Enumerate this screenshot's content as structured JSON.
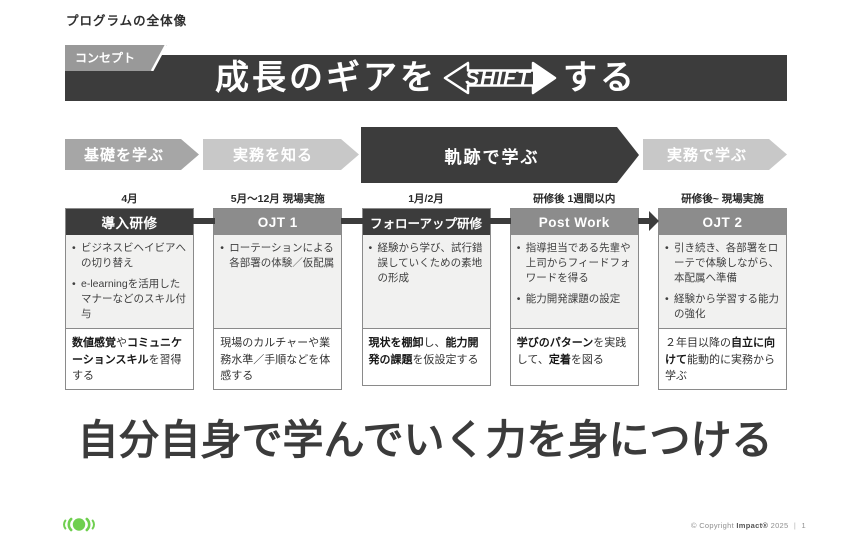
{
  "page": {
    "title": "プログラムの全体像"
  },
  "banner": {
    "tag": "コンセプト",
    "text_before": "成長のギアを",
    "shift_label": "SHIFT",
    "text_after": "する"
  },
  "phases": [
    {
      "label": "基礎を学ぶ",
      "emphasis": false
    },
    {
      "label": "実務を知る",
      "emphasis": false
    },
    {
      "label": "軌跡で学ぶ",
      "emphasis": true
    },
    {
      "label": "実務で学ぶ",
      "emphasis": false
    }
  ],
  "columns": [
    {
      "period": "4月",
      "title": "導入研修",
      "variant": "dark",
      "bullets": [
        "ビジネスビヘイビアへの切り替え",
        "e-learningを活用したマナーなどのスキル付与"
      ],
      "summary": [
        {
          "text": "数値感覚",
          "bold": true
        },
        {
          "text": "や",
          "bold": false
        },
        {
          "text": "コミュニケーションスキル",
          "bold": true
        },
        {
          "text": "を習得する",
          "bold": false
        }
      ]
    },
    {
      "period": "5月〜12月 現場実施",
      "title": "OJT 1",
      "variant": "gray",
      "bullets": [
        "ローテーションによる各部署の体験／仮配属"
      ],
      "summary": [
        {
          "text": "現場のカルチャーや業務水準／手順などを体感する",
          "bold": false
        }
      ]
    },
    {
      "period": "1月/2月",
      "title": "フォローアップ研修",
      "variant": "dark",
      "bullets": [
        "経験から学び、試行錯誤していくための素地の形成"
      ],
      "summary": [
        {
          "text": "現状を棚卸",
          "bold": true
        },
        {
          "text": "し、",
          "bold": false
        },
        {
          "text": "能力開発の課題",
          "bold": true
        },
        {
          "text": "を仮設定する",
          "bold": false
        }
      ]
    },
    {
      "period": "研修後 1週間以内",
      "title": "Post Work",
      "variant": "gray",
      "bullets": [
        "指導担当である先輩や上司からフィードフォワードを得る",
        "能力開発課題の設定"
      ],
      "summary": [
        {
          "text": "学びのパターン",
          "bold": true
        },
        {
          "text": "を実践して、",
          "bold": false
        },
        {
          "text": "定着",
          "bold": true
        },
        {
          "text": "を図る",
          "bold": false
        }
      ]
    },
    {
      "period": "研修後~ 現場実施",
      "title": "OJT 2",
      "variant": "gray",
      "bullets": [
        "引き続き、各部署をローテで体験しながら、本配属へ準備",
        "経験から学習する能力の強化"
      ],
      "summary": [
        {
          "text": "２年目以降の",
          "bold": false
        },
        {
          "text": "自立に向けて",
          "bold": true
        },
        {
          "text": "能動的に実務から学ぶ",
          "bold": false
        }
      ]
    }
  ],
  "tagline": "自分自身で学んでいく力を身につける",
  "footer": {
    "copyright": "© Copyright",
    "brand": "Impact®",
    "year": "2025",
    "separator": "|",
    "page": "1"
  },
  "colors": {
    "banner_dark": "#3c3c3c",
    "phase_medium_gray": "#a6a6a6",
    "phase_light_gray": "#c8c8c8",
    "header_gray": "#8c8c8c",
    "content_bg": "#f1f1f0",
    "logo_green": "#6fcf4f"
  }
}
